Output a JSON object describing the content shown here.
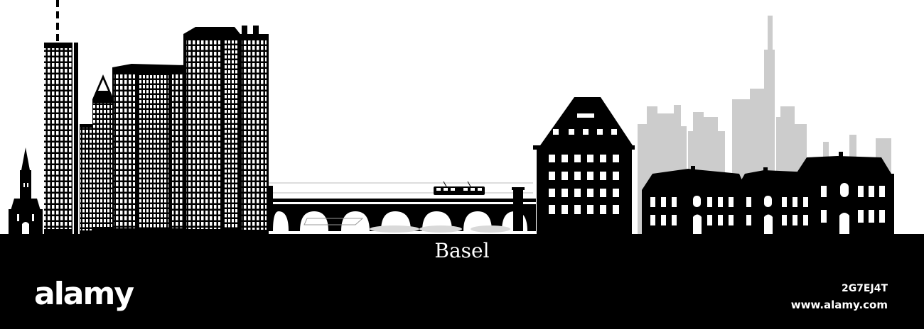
{
  "scene": {
    "caption": "Basel",
    "watermark": {
      "brand": "alamy",
      "image_id": "2G7EJ4T",
      "site": "www.alamy.com"
    },
    "colors": {
      "background": "#ffffff",
      "silhouette": "#000000",
      "distant_skyline": "#cccccc",
      "river_shadow": "#d9d9d9",
      "window": "#ffffff"
    }
  }
}
